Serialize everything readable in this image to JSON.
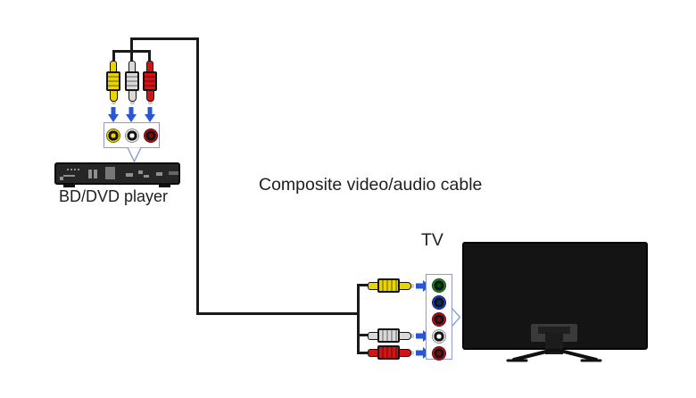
{
  "labels": {
    "bd_player": "BD/DVD player",
    "cable": "Composite video/audio cable",
    "tv": "TV"
  },
  "colors": {
    "text": "#1f1f1f",
    "cable": "#1a1a1a",
    "arrow_blue": "#2b56d3",
    "panel_border": "#8e9ad1",
    "rca_yellow": "#e9d400",
    "rca_white": "#d9d9d9",
    "rca_red": "#d41414",
    "jack_yellow": "#e9d400",
    "jack_red": "#c01016",
    "jack_green": "#1a8c1f",
    "jack_blue": "#2040cc",
    "tv_body": "#141414"
  },
  "bd_panel": {
    "jacks": [
      {
        "name": "composite-video-yellow",
        "color": "yellow"
      },
      {
        "name": "audio-left-white",
        "color": "white"
      },
      {
        "name": "audio-right-red",
        "color": "red"
      }
    ]
  },
  "tv_panel": {
    "jacks": [
      {
        "name": "component-y-green",
        "color": "green"
      },
      {
        "name": "component-pb-blue",
        "color": "blue"
      },
      {
        "name": "component-pr-red",
        "color": "red"
      },
      {
        "name": "audio-left-white",
        "color": "white"
      },
      {
        "name": "audio-right-red",
        "color": "red"
      }
    ]
  },
  "cable_plugs": {
    "player_end": [
      "yellow",
      "white",
      "red"
    ],
    "tv_end": [
      "yellow",
      "white",
      "red"
    ]
  }
}
